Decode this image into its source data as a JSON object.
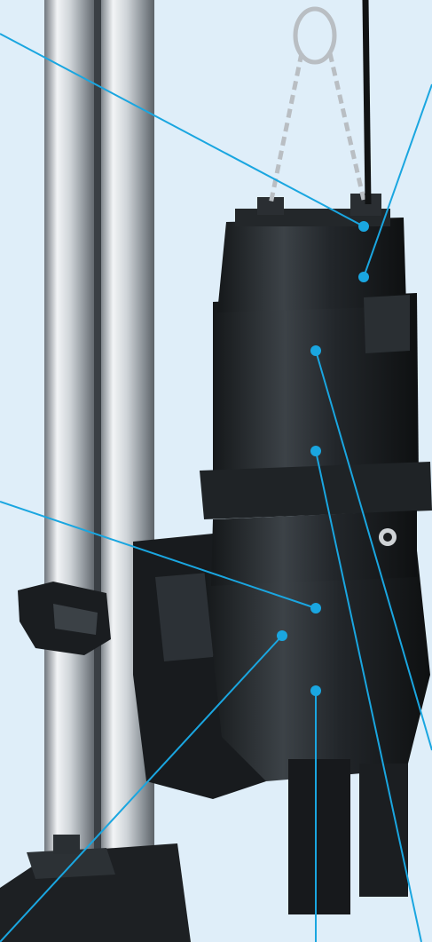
{
  "colors": {
    "background": "#dfeef9",
    "callout_line": "#1aa6e0",
    "callout_dot": "#1aa6e0",
    "pump_body": "#1c1f22",
    "pump_highlight": "#4a5056",
    "pipe_light": "#e8ecef",
    "pipe_dark": "#7a8188",
    "chain": "#b9bec3",
    "cable": "#111314"
  },
  "diagram": {
    "subject": "submersible-sewage-pump-on-guide-rails",
    "callouts": [
      {
        "id": "lifting-handle"
      },
      {
        "id": "motor-cover"
      },
      {
        "id": "motor-frame-upper"
      },
      {
        "id": "motor-frame-lower"
      },
      {
        "id": "seal-housing"
      },
      {
        "id": "pump-casing-left"
      },
      {
        "id": "pump-casing-bottom"
      }
    ]
  }
}
